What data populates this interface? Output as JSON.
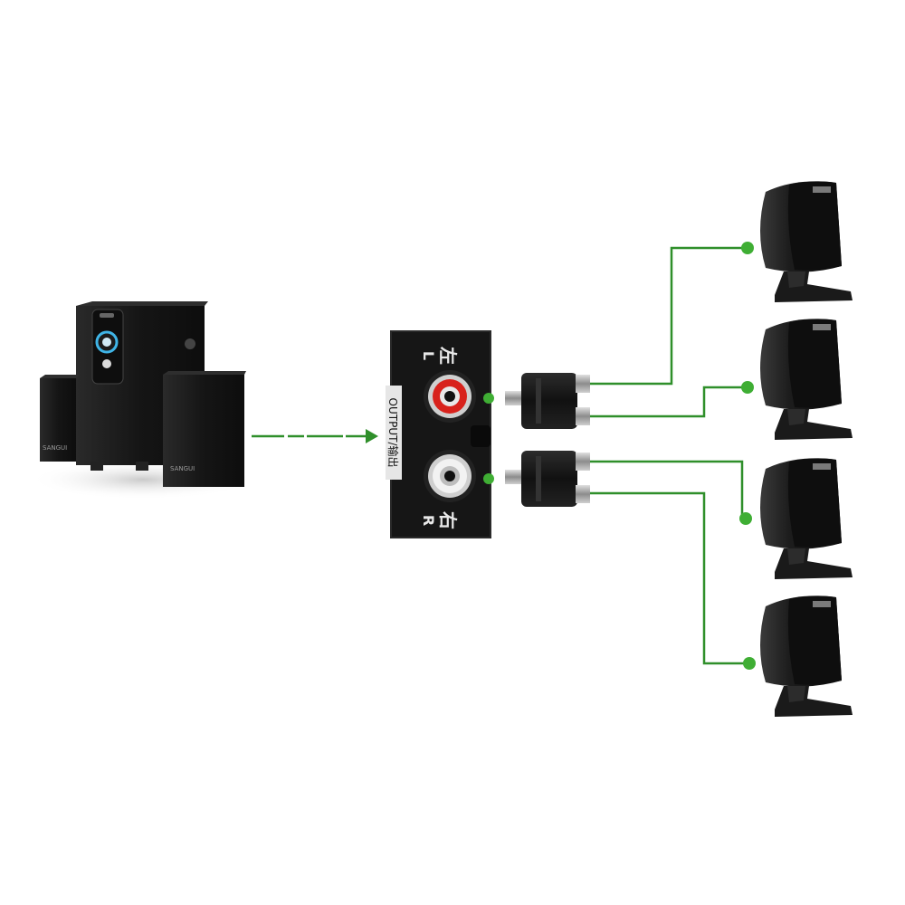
{
  "colors": {
    "wire": "#2f8f2a",
    "wire_dot": "#3fae34",
    "device_dark": "#1c1c1c",
    "panel_dark": "#151515",
    "jack_red": "#d8221c",
    "jack_white": "#f2f2f2"
  },
  "panel": {
    "label_output": "OUTPUT/输出",
    "left_cn": "左",
    "left_letter": "L",
    "right_cn": "右",
    "right_letter": "R"
  },
  "system": {
    "brand_left": "SANGUI",
    "brand_right": "SANGUI"
  },
  "icons": {
    "source": "speaker-system-icon",
    "panel": "rca-output-panel-icon",
    "splitter": "rca-y-splitter-icon",
    "speaker": "satellite-speaker-icon"
  }
}
